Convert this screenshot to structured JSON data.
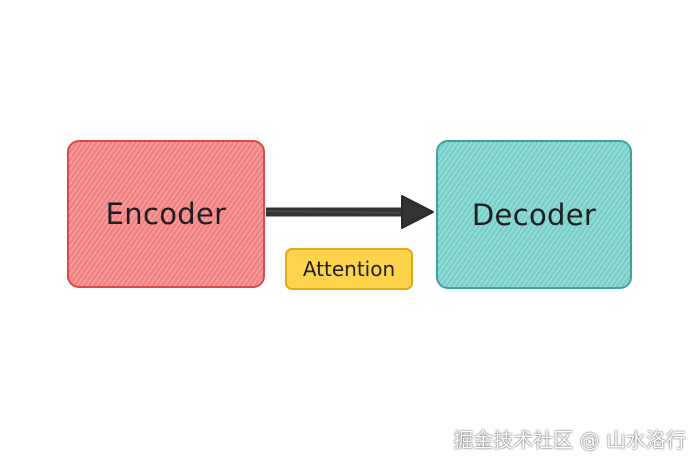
{
  "diagram": {
    "nodes": {
      "encoder": {
        "label": "Encoder",
        "fill": "#f48a8a",
        "stroke": "#d84a4a"
      },
      "decoder": {
        "label": "Decoder",
        "fill": "#7fd3cf",
        "stroke": "#3fa39d"
      },
      "attention": {
        "label": "Attention",
        "fill": "#fcd34a",
        "stroke": "#e2a91a"
      }
    },
    "edges": [
      {
        "from": "encoder",
        "to": "decoder",
        "color": "#3a3a3a",
        "style": "sketch-arrow"
      }
    ]
  },
  "watermark": "掘金技术社区 @ 山水洛行"
}
